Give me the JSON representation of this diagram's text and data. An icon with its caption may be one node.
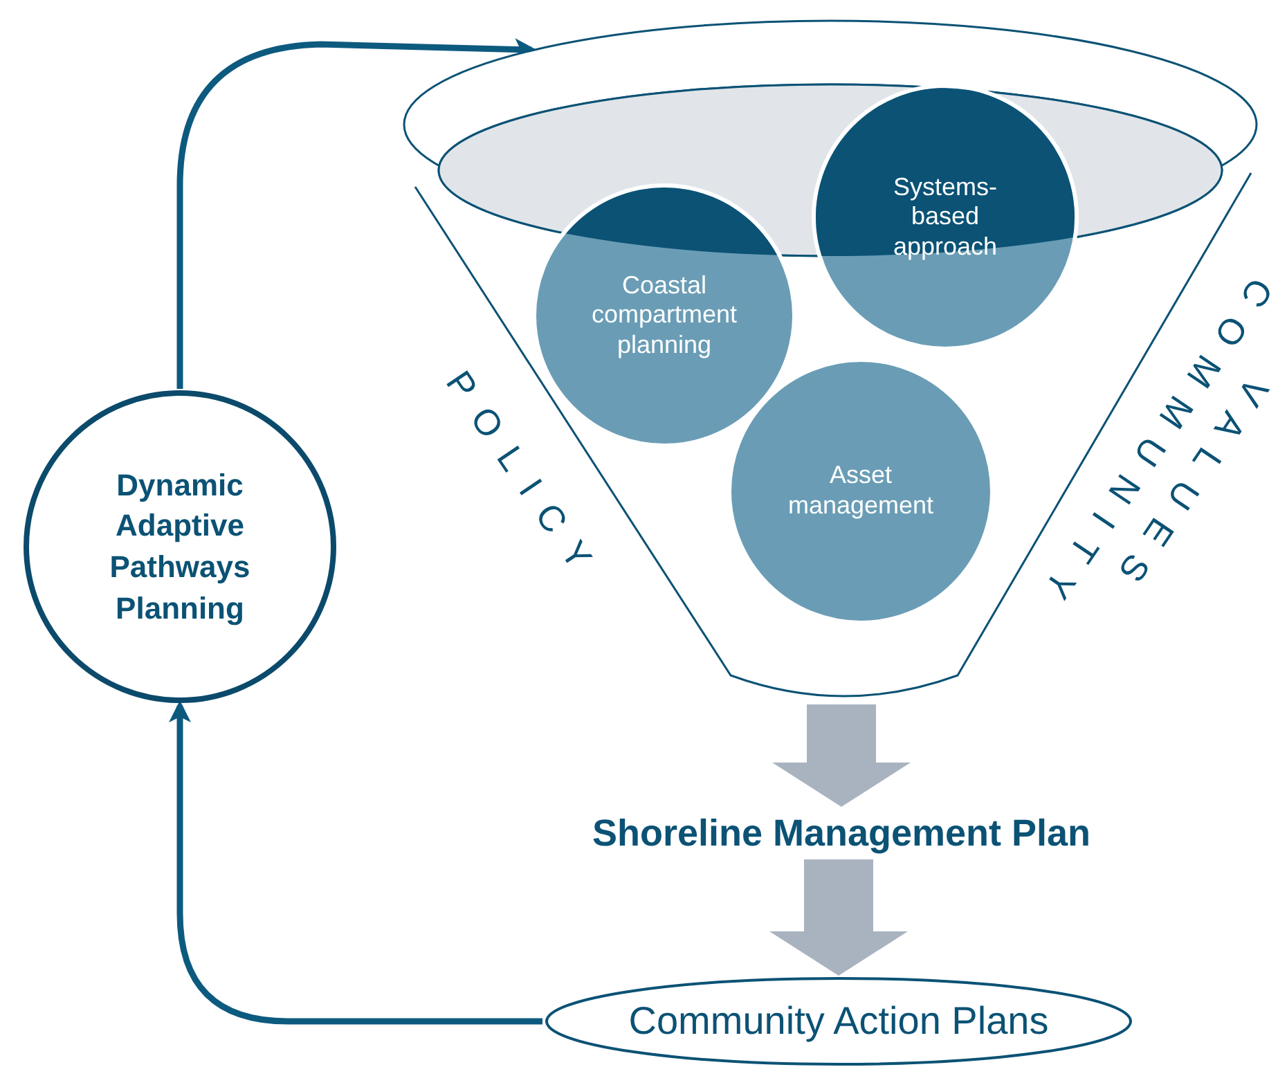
{
  "diagram": {
    "nodes": [
      {
        "text": [],
        "shape": "funnel"
      },
      {
        "text": [
          "Systems-based approach"
        ],
        "in": 0
      },
      {
        "text": [
          "Coastal compartment planning"
        ],
        "in": 0
      },
      {
        "text": [
          "Asset management"
        ],
        "in": 0
      },
      {
        "text": [
          "Dynamic Adaptive Pathways Planning"
        ]
      },
      {
        "text": [
          "Shoreline Management Plan"
        ]
      },
      {
        "text": [
          "Community Action Plans"
        ]
      }
    ],
    "edges": [
      {
        "from": 0,
        "to": 5,
        "arrow": "to",
        "style": "thick",
        "color": "#a9b3c0"
      },
      {
        "from": 5,
        "to": 6,
        "arrow": "to",
        "style": "thick",
        "color": "#a9b3c0"
      },
      {
        "from": 6,
        "to": 4,
        "arrow": "to"
      },
      {
        "from": 4,
        "to": 0,
        "arrow": "to"
      }
    ],
    "labels": [
      "POLICY",
      "COMMUNITY",
      "VALUES"
    ]
  }
}
